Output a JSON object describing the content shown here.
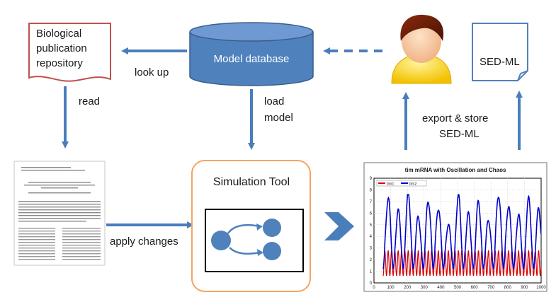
{
  "nodes": {
    "publication_repository": [
      "Biological",
      "publication",
      "repository"
    ],
    "model_database": "Model database",
    "sedml_file": "SED-ML",
    "simulation_tool": "Simulation Tool"
  },
  "edges": {
    "look_up": "look up",
    "read": "read",
    "load_model": [
      "load",
      "model"
    ],
    "apply_changes": "apply changes",
    "export_store": [
      "export & store",
      "SED-ML"
    ]
  },
  "colors": {
    "arrow": "#4a7ebb",
    "database": "#4f81bd",
    "doc_border": "#c0504d",
    "tool_border": "#f4a460",
    "series1": "#dd0000",
    "series2": "#0000cc"
  },
  "icons": [
    "document-icon",
    "database-icon",
    "user-icon",
    "file-icon",
    "paper-thumbnail",
    "chevron-right-icon",
    "state-diagram-icon"
  ],
  "chart_data": {
    "type": "line",
    "title": "tim mRNA with Oscillation and Chaos",
    "xlim": [
      0,
      1000
    ],
    "ylim": [
      0,
      9
    ],
    "xticks": [
      0,
      100,
      200,
      300,
      400,
      500,
      600,
      700,
      800,
      900,
      1000
    ],
    "yticks": [
      0,
      1,
      2,
      3,
      4,
      5,
      6,
      7,
      8,
      9
    ],
    "grid": true,
    "legend": "top-left",
    "series": [
      {
        "name": "tim1",
        "color": "#dd0000",
        "shape": "regular oscillation",
        "min": 0.6,
        "max": 2.8,
        "period": 20
      },
      {
        "name": "tim2",
        "color": "#0000cc",
        "shape": "chaotic oscillation",
        "min": 1.2,
        "max": 7.6,
        "period": 60
      }
    ]
  }
}
